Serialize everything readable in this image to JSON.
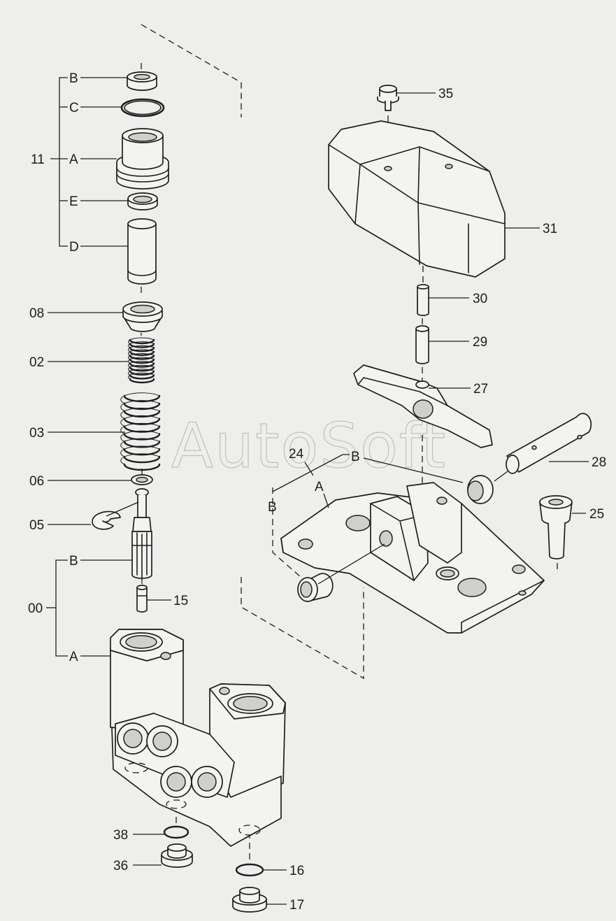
{
  "watermark": "AutoSoft",
  "colors": {
    "background": "#eeeeec",
    "ink": "#1e1e1e",
    "part_fill": "#f3f3f1",
    "watermark": "#9a9a9a"
  },
  "labels": {
    "n11": "11",
    "n11_b": "B",
    "n11_c": "C",
    "n11_a": "A",
    "n11_e": "E",
    "n11_d": "D",
    "n08": "08",
    "n02": "02",
    "n03": "03",
    "n06": "06",
    "n05": "05",
    "n00": "00",
    "n00_b": "B",
    "n00_a": "A",
    "n15": "15",
    "n38": "38",
    "n36": "36",
    "n16": "16",
    "n17": "17",
    "n35": "35",
    "n31": "31",
    "n30": "30",
    "n29": "29",
    "n27": "27",
    "n28": "28",
    "n24": "24",
    "n24_b": "B",
    "n24_a": "A",
    "n24_b2": "B",
    "n25": "25"
  }
}
